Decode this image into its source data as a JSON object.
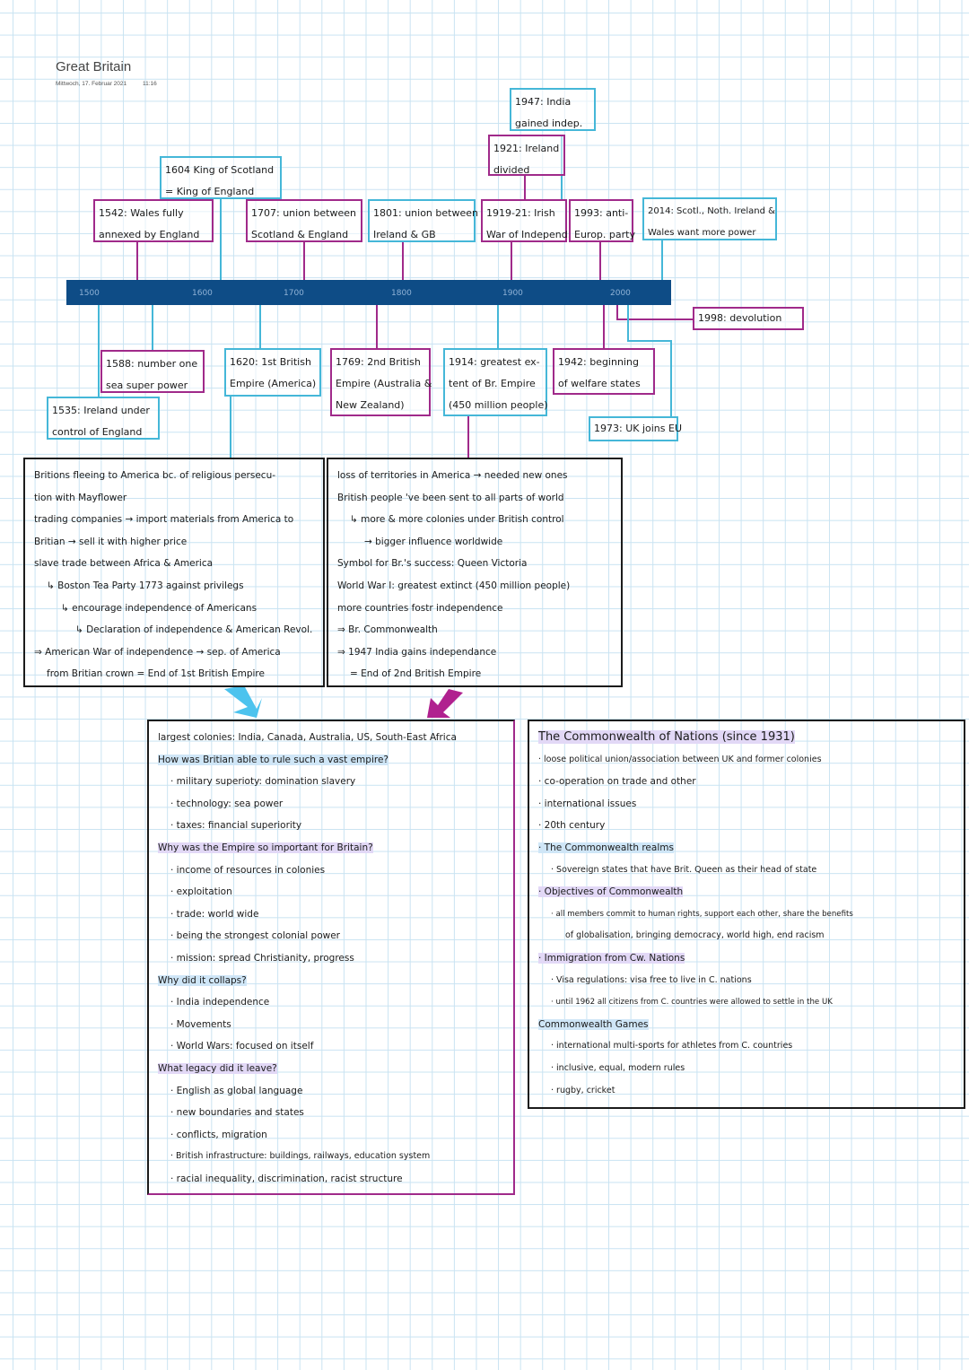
{
  "header": {
    "title": "Great Britain",
    "date": "Mittwoch, 17. Februar 2021",
    "time": "11:16"
  },
  "timeline": {
    "ticks": [
      "1500",
      "1600",
      "1700",
      "1800",
      "1900",
      "2000"
    ]
  },
  "events_above": [
    [
      "1542: Wales fully",
      "annexed by England"
    ],
    [
      "1604 King of Scotland",
      "= King of England"
    ],
    [
      "1707: union between",
      "Scotland & England"
    ],
    [
      "1801: union between",
      "Ireland & GB"
    ],
    [
      "1921: Ireland",
      "divided"
    ],
    [
      "1947: India",
      "gained indep."
    ],
    [
      "1919-21: Irish",
      "War of Independ."
    ],
    [
      "1993: anti-",
      "Europ. party"
    ],
    [
      "2014: Scotl., Noth. Ireland &",
      "Wales want more power"
    ]
  ],
  "events_below": [
    [
      "1588: number one",
      "sea super power"
    ],
    [
      "1535: Ireland under",
      "control of England"
    ],
    [
      "1620: 1st British",
      "Empire (America)"
    ],
    [
      "1769: 2nd British",
      "Empire (Australia &",
      "New Zealand)"
    ],
    [
      "1914: greatest ex-",
      "tent of Br. Empire",
      "(450 million people)"
    ],
    [
      "1942: beginning",
      "of welfare states"
    ],
    [
      "1973: UK joins EU"
    ],
    [
      "1998: devolution"
    ]
  ],
  "first_empire_note": [
    "Britions fleeing to America bc. of religious persecu-",
    "tion with Mayflower",
    "trading companies → import materials from America to",
    "Britian → sell it with higher price",
    "slave trade between Africa & America",
    "↳ Boston Tea Party 1773 against privilegs",
    "↳ encourage independence of Americans",
    "↳ Declaration of independence & American Revol.",
    "⇒ American War of independence → sep. of America",
    "from Britian crown = End of 1st British Empire"
  ],
  "second_empire_note": [
    "loss of territories in America → needed new ones",
    "British people 've been sent to all parts of world",
    "↳ more & more colonies under British control",
    "→ bigger influence worldwide",
    "Symbol for Br.'s success: Queen Victoria",
    "World War I: greatest extinct (450 million people)",
    "more countries fostr independence",
    "⇒ Br. Commonwealth",
    "⇒ 1947 India gains independance",
    "= End of 2nd British Empire"
  ],
  "empire_note": [
    "largest colonies: India, Canada, Australia, US, South-East Africa",
    "How was Britian able to rule such a vast empire?",
    "· military superioty: domination slavery",
    "· technology: sea power",
    "· taxes: financial superiority",
    "Why was the Empire so important for Britain?",
    "· income of resources in colonies",
    "· exploitation",
    "· trade: world wide",
    "· being the strongest colonial power",
    "· mission: spread Christianity, progress",
    "Why did it collaps?",
    "· India independence",
    "· Movements",
    "· World Wars: focused on itself",
    "What legacy did it leave?",
    "· English as global language",
    "· new boundaries and states",
    "· conflicts, migration",
    "· British infrastructure: buildings, railways, education system",
    "· racial inequality, discrimination, racist structure"
  ],
  "commonwealth_note": [
    "The Commonwealth of Nations (since 1931)",
    "· loose political union/association between UK and former colonies",
    "· co-operation on trade and other",
    "· international issues",
    "· 20th century",
    "· The Commonwealth realms",
    "· Sovereign states that have Brit. Queen as their head of state",
    "· Objectives of Commonwealth",
    "· all members commit to human rights, support each other, share the benefits",
    "of globalisation, bringing democracy, world high, end racism",
    "· Immigration from Cw. Nations",
    "· Visa regulations: visa free to live in C. nations",
    "· until 1962 all citizens from C. countries were allowed to settle in the UK",
    "Commonwealth Games",
    "· international multi-sports for athletes from C. countries",
    "· inclusive, equal, modern rules",
    "· rugby, cricket"
  ],
  "colors": {
    "blue": "#45b7d8",
    "purple": "#a02a8a",
    "gold": "#f2c12e",
    "timeline": "#0e4c86"
  }
}
